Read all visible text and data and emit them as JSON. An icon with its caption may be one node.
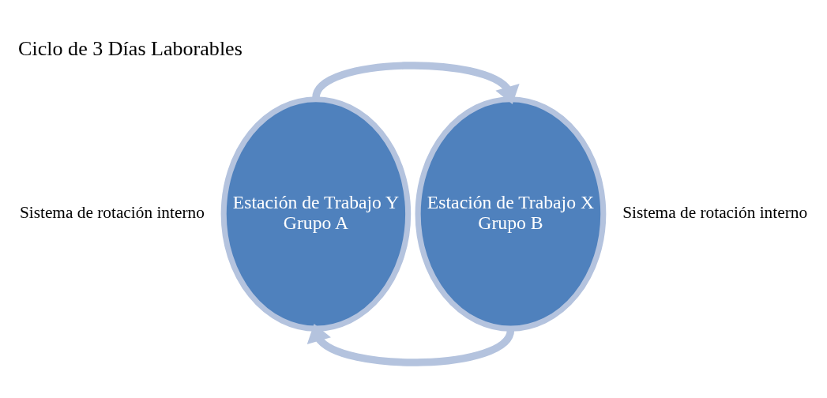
{
  "diagram": {
    "title": "Ciclo de 3 Días Laborables",
    "nodes": [
      {
        "text": [
          "Estación de Trabajo Y",
          "Grupo A"
        ],
        "beside": [
          "Sistema de rotación interno"
        ]
      },
      {
        "text": [
          "Estación de Trabajo X",
          "Grupo B"
        ],
        "beside": [
          "Sistema de rotación interno"
        ]
      }
    ],
    "edges": [
      {
        "from": 0,
        "to": 1,
        "arrow": "to"
      },
      {
        "from": 1,
        "to": 0,
        "arrow": "to"
      }
    ]
  }
}
